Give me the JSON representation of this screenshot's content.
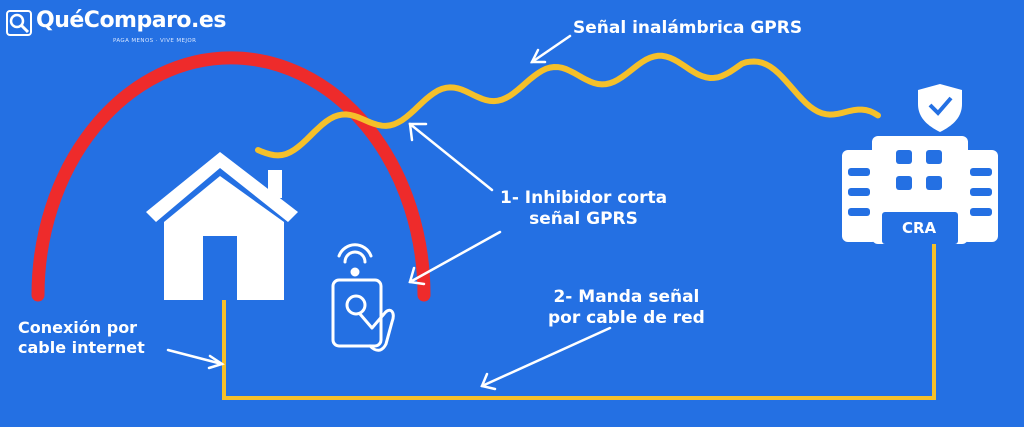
{
  "logo": {
    "prefix": "Qué",
    "suffix": "Comparo.es",
    "tagline": "PAGA MENOS · VIVE MEJOR"
  },
  "labels": {
    "gprs_signal": "Señal inalámbrica GPRS",
    "inhibitor_line1": "1- Inhibidor corta",
    "inhibitor_line2": "señal GPRS",
    "network_line1": "2- Manda señal",
    "network_line2": "por cable de red",
    "connection_line1": "Conexión por",
    "connection_line2": "cable internet",
    "cra": "CRA"
  },
  "colors": {
    "background": "#2470e3",
    "jam_arc": "#ee2b2b",
    "signal": "#f5c02a",
    "white": "#ffffff"
  }
}
